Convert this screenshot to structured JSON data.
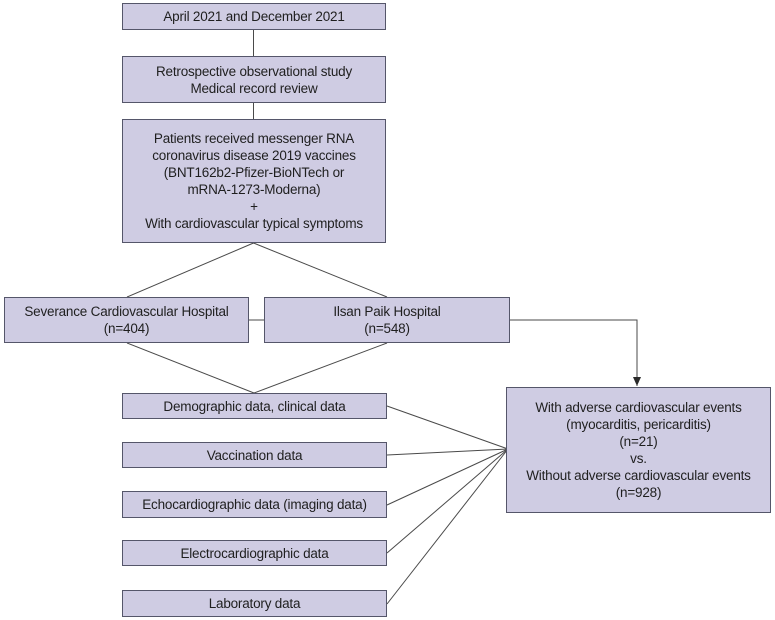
{
  "flowchart": {
    "period": {
      "lines": [
        "April 2021 and December 2021"
      ]
    },
    "study_design": {
      "lines": [
        "Retrospective observational study",
        "Medical record review"
      ]
    },
    "inclusion": {
      "lines": [
        "Patients received messenger RNA",
        "coronavirus disease 2019 vaccines",
        "(BNT162b2-Pfizer-BioNTech or",
        "mRNA-1273-Moderna)",
        "+",
        "With cardiovascular typical symptoms"
      ]
    },
    "hospitals": [
      {
        "name": "Severance Cardiovascular Hospital",
        "count": "(n=404)"
      },
      {
        "name": "Ilsan Paik Hospital",
        "count": "(n=548)"
      }
    ],
    "data_categories": [
      "Demographic data, clinical data",
      "Vaccination data",
      "Echocardiographic data (imaging data)",
      "Electrocardiographic data",
      "Laboratory data"
    ],
    "outcome": {
      "lines": [
        "With adverse cardiovascular events",
        "(myocarditis, pericarditis)",
        "(n=21)",
        "vs.",
        "Without adverse cardiovascular events",
        "(n=928)"
      ]
    }
  },
  "colors": {
    "box_fill": "#cfcce3",
    "box_border": "#55566a",
    "connector": "#4a4a4a",
    "text": "#1f1f1f"
  }
}
